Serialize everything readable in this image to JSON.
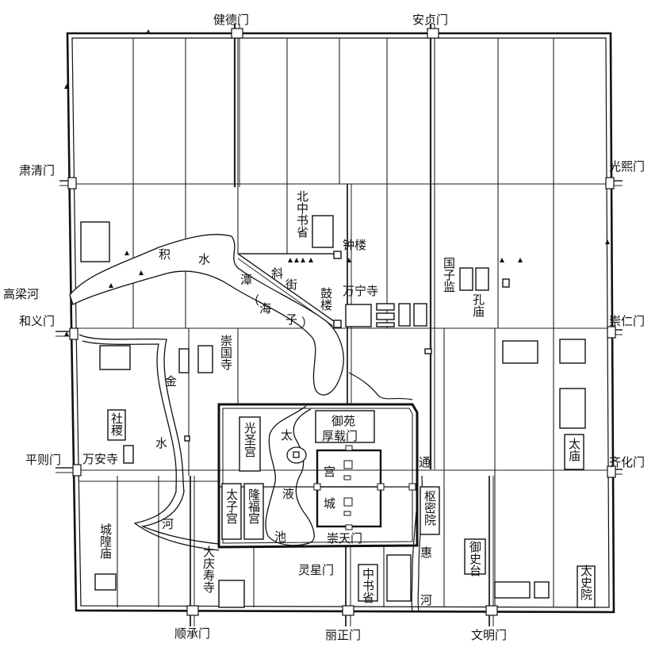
{
  "gates": {
    "jiande": "健德门",
    "anzhen": "安贞门",
    "suqing": "肃清门",
    "guangxi": "光熙门",
    "heyi": "和义门",
    "chongren": "崇仁门",
    "pingze": "平则门",
    "qihua": "齐化门",
    "shuncheng": "顺承门",
    "lizheng": "丽正门",
    "wenming": "文明门"
  },
  "waterways": {
    "gaoliang_river": "高梁河",
    "jishui_tan": [
      "积",
      "水",
      "潭",
      "（",
      "海",
      "子",
      "）"
    ],
    "jinshui_river": [
      "金",
      "水",
      "河"
    ],
    "taiye_pond": [
      "太",
      "液",
      "池"
    ],
    "tonghui_river": [
      "通",
      "惠",
      "河"
    ]
  },
  "streets": {
    "xie_street": [
      "斜",
      "街"
    ]
  },
  "buildings": {
    "north_zhongshu": "北中书省",
    "bell_tower": "钟楼",
    "drum_tower": "鼓楼",
    "wanning_temple": "万宁寺",
    "guozijian": "国子监",
    "confucius_temple": "孔庙",
    "chongguo_temple": "崇国寺",
    "sheji": "社稷",
    "wanan_temple": "万安寺",
    "chenghuang_temple": "城隍庙",
    "guangsheng_palace": "光圣宫",
    "yuyuan": "御苑",
    "houzai_gate": "厚载门",
    "taizi_palace": "太子宫",
    "longfu_palace": "隆福宫",
    "palace_city": [
      "宫",
      "城"
    ],
    "chongtian_gate": "崇天门",
    "lingxing_gate": "灵星门",
    "zhongshu_province": "中书省",
    "shumi_yuan": "枢密院",
    "yushi_tai": "御史台",
    "taimiao": "太庙",
    "taishi_yuan": "太史院",
    "daqingshou_temple": "大庆寿寺"
  }
}
